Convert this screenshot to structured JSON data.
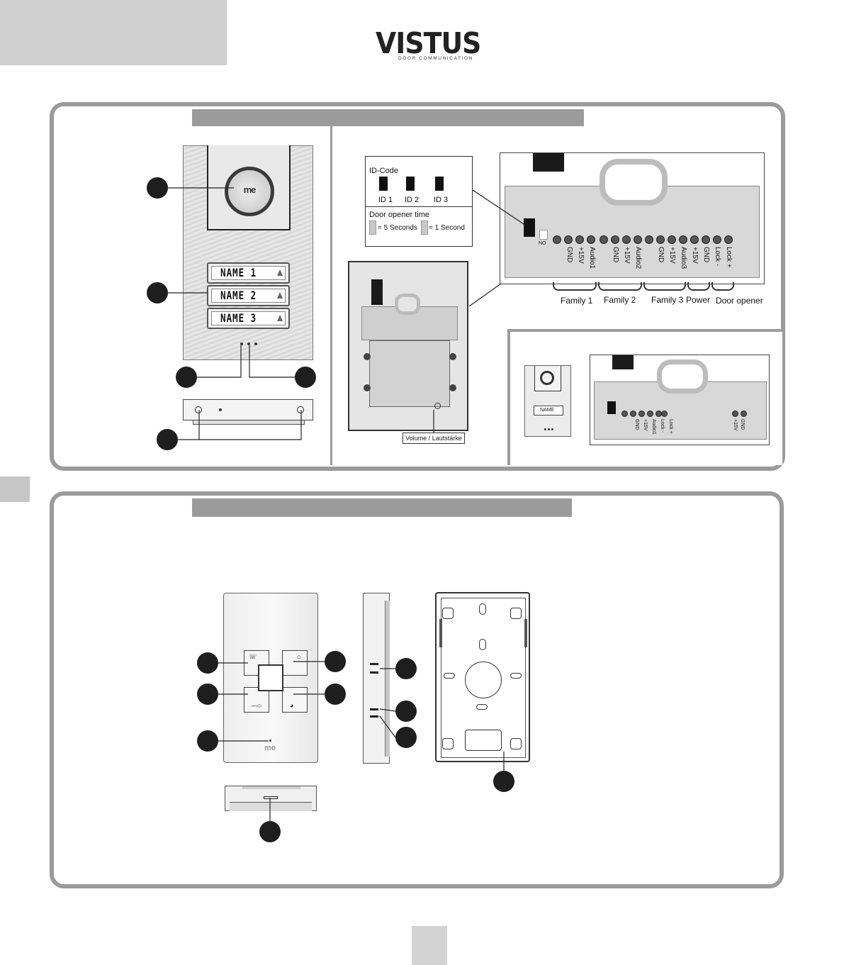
{
  "brand": {
    "logo_text": "VISTUS",
    "logo_tagline": "DOOR COMMUNICATION",
    "camera_logo": "me"
  },
  "outdoor_station": {
    "name_buttons": [
      "NAME 1",
      "NAME 2",
      "NAME 3"
    ]
  },
  "id_code_box": {
    "title": "ID-Code",
    "ids": [
      "ID 1",
      "ID 2",
      "ID 3"
    ],
    "door_opener_title": "Door opener time",
    "options": [
      "= 5 Seconds",
      "= 1 Second"
    ]
  },
  "terminal_board": {
    "pins": [
      "GND",
      "+15V",
      "Audio1",
      "GND",
      "+15V",
      "Audio2",
      "GND",
      "+15V",
      "Audio3",
      "+15V",
      "GND",
      "Lock -",
      "Lock +"
    ],
    "switch_label": "NO",
    "groups": [
      "Family 1",
      "Family 2",
      "Family 3",
      "Power",
      "Door opener"
    ]
  },
  "back_plate": {
    "volume_label": "Volume / Lautstärke"
  },
  "single_family": {
    "name_button": "NAME",
    "pins_left": [
      "GND",
      "+15V",
      "Audio1",
      "Lock -",
      "Lock +"
    ],
    "pins_right": [
      "GND",
      "+15V"
    ]
  },
  "indoor_station": {
    "logo": "me"
  },
  "colors": {
    "panel_border": "#9b9b9b",
    "callout": "#1e1e1e",
    "tab_grey": "#cfcfcf"
  }
}
